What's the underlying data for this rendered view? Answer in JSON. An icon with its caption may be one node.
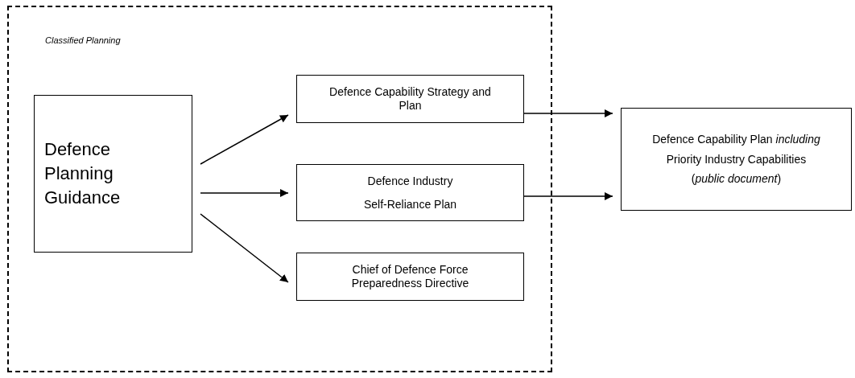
{
  "diagram": {
    "nodes": [
      {
        "text": [
          "Classified Planning"
        ]
      },
      {
        "text": [
          "Defence Planning Guidance"
        ],
        "in": 0
      },
      {
        "text": [
          "Defence Capability Strategy and Plan"
        ],
        "in": 0
      },
      {
        "text": [
          "Defence Industry",
          "Self-Reliance Plan"
        ],
        "in": 0
      },
      {
        "text": [
          "Chief of Defence Force Preparedness Directive"
        ],
        "in": 0
      },
      {
        "text": [
          "Defence Capability Plan *including*",
          "Priority Industry Capabilities",
          "(*public document*)"
        ]
      }
    ],
    "edges": [
      {
        "from": 1,
        "to": 2,
        "arrow": "to"
      },
      {
        "from": 1,
        "to": 3,
        "arrow": "to"
      },
      {
        "from": 1,
        "to": 4,
        "arrow": "to"
      },
      {
        "from": 2,
        "to": 5,
        "arrow": "to"
      },
      {
        "from": 3,
        "to": 5,
        "arrow": "to"
      }
    ]
  }
}
